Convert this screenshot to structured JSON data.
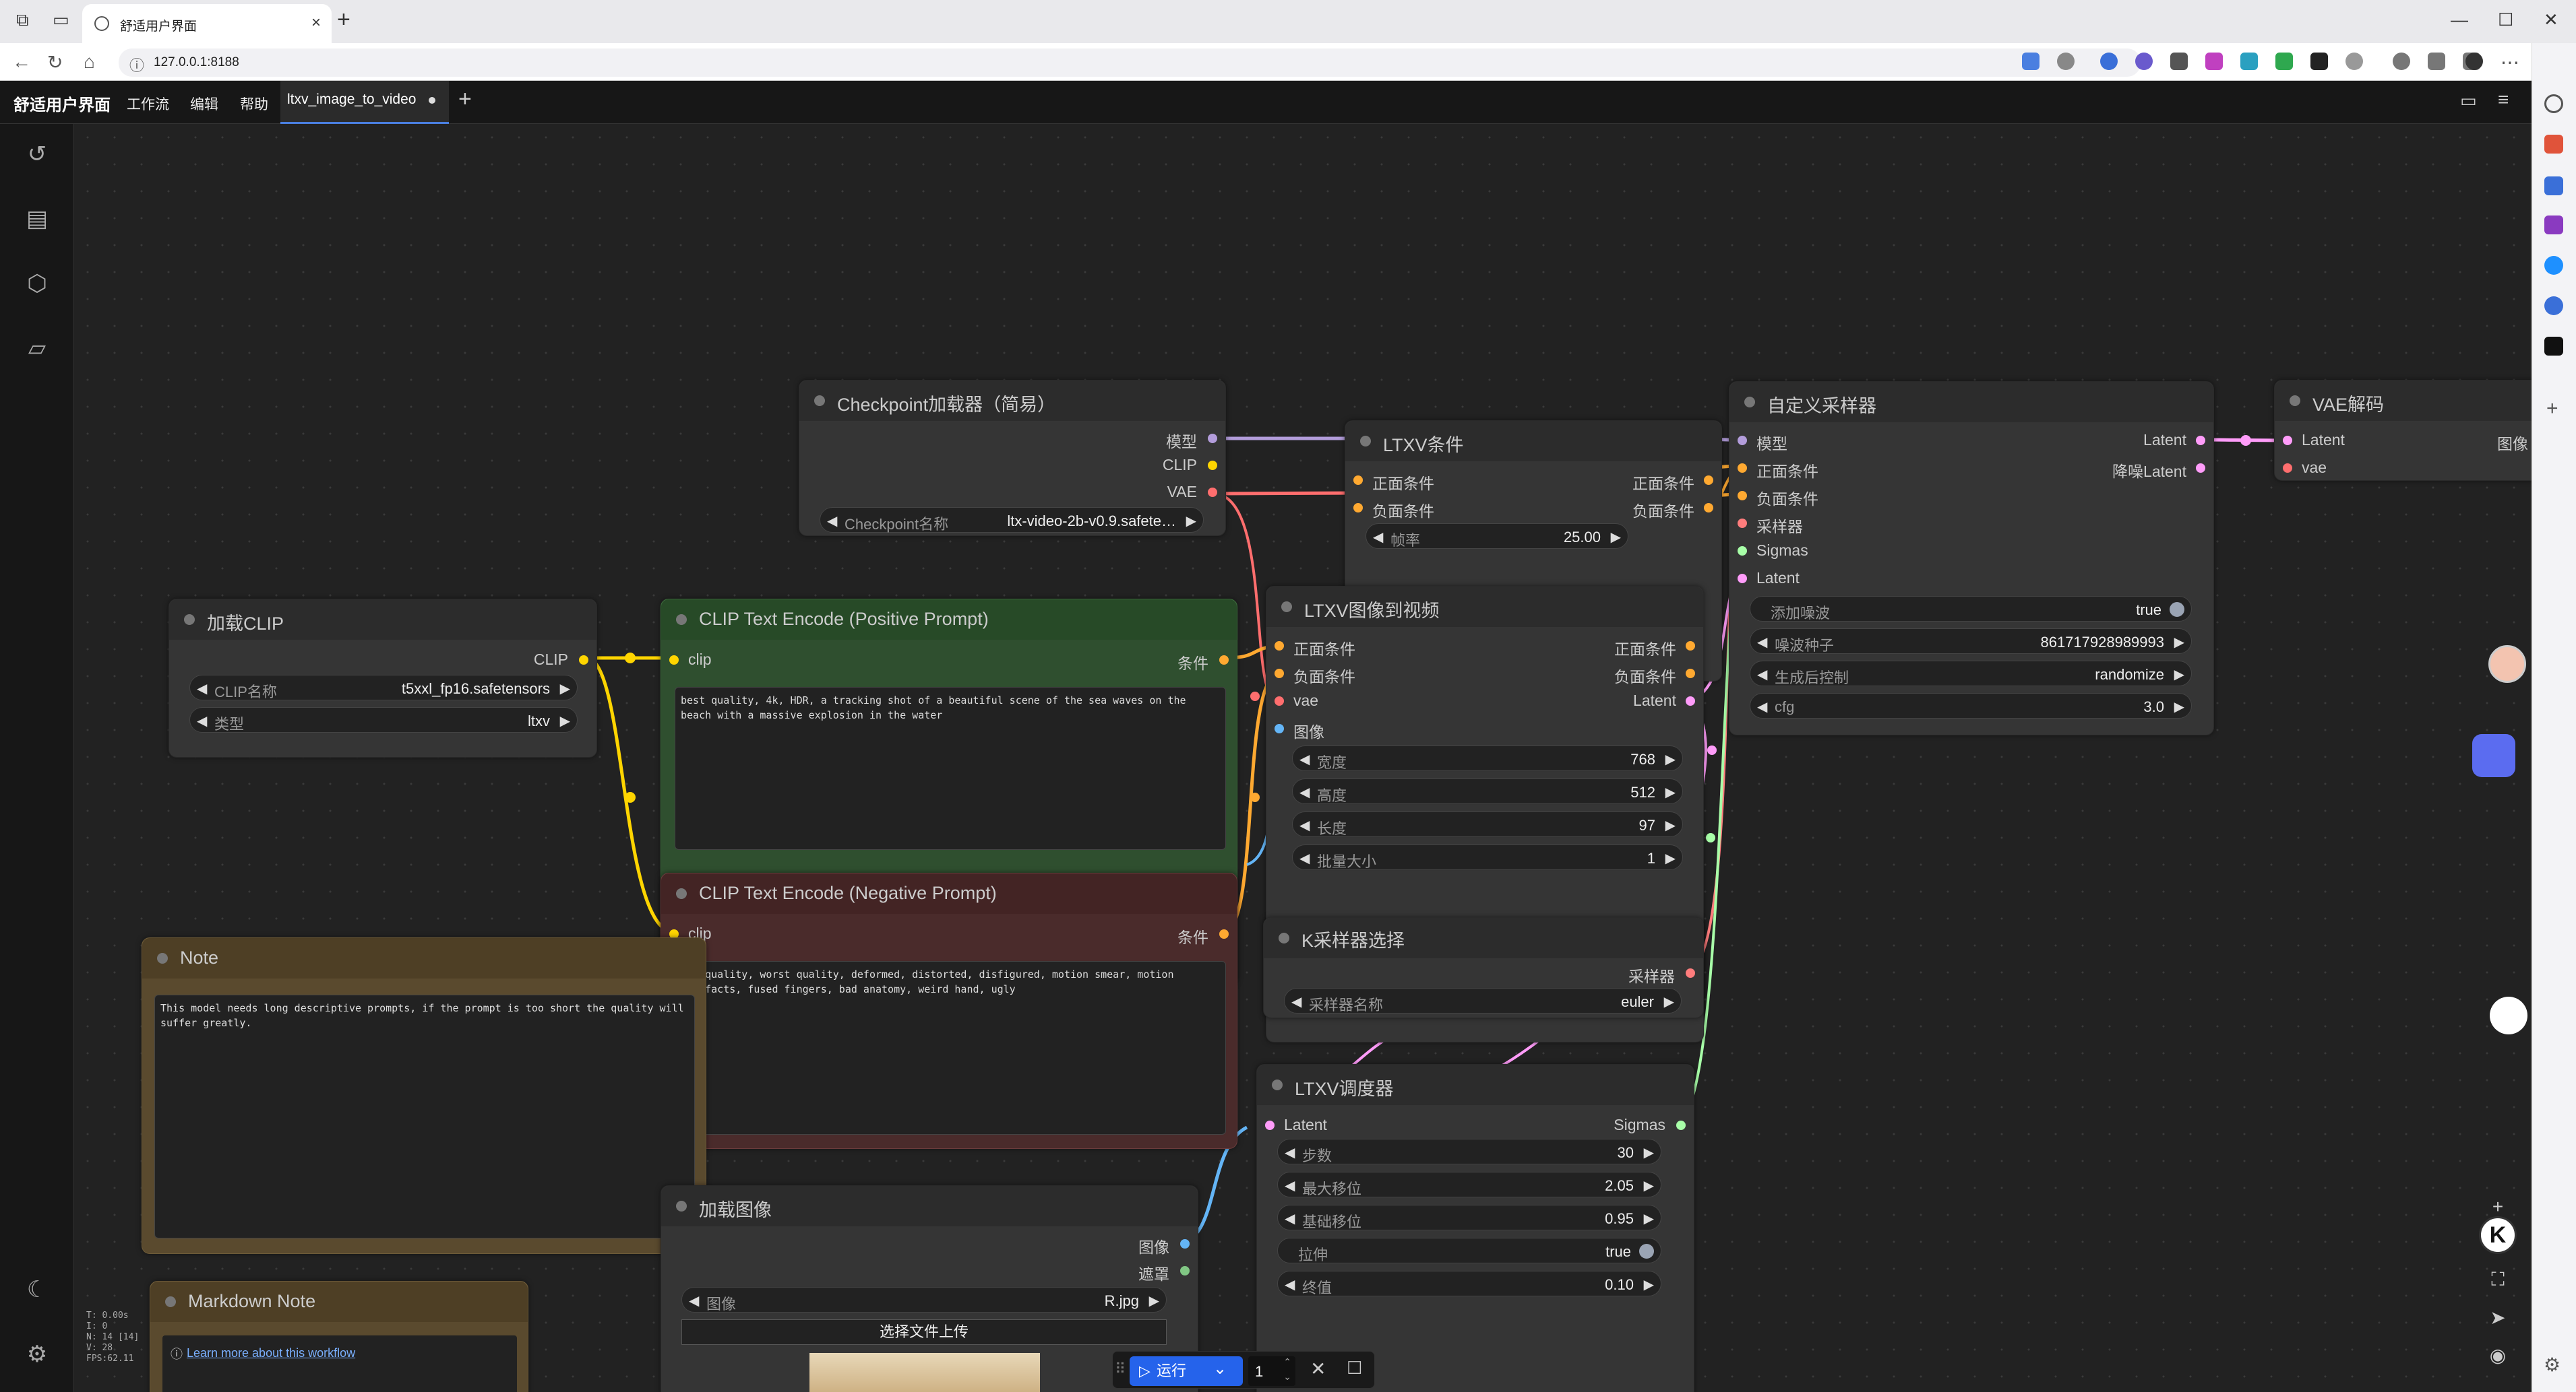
{
  "browser": {
    "tab_title": "舒适用户界面",
    "url": "127.0.0.1:8188"
  },
  "app": {
    "brand": "舒适用户界面",
    "menu": [
      "工作流",
      "编辑",
      "帮助"
    ],
    "workflow_tab": "ltxv_image_to_video"
  },
  "nodes": {
    "checkpoint": {
      "title": "Checkpoint加载器（简易）",
      "outputs": [
        "模型",
        "CLIP",
        "VAE"
      ],
      "widget_label": "Checkpoint名称",
      "widget_value": "ltx-video-2b-v0.9.safete…"
    },
    "ltxv_cond": {
      "title": "LTXV条件",
      "inputs": [
        "正面条件",
        "负面条件"
      ],
      "outputs": [
        "正面条件",
        "负面条件"
      ],
      "widget_label": "帧率",
      "widget_value": "25.00"
    },
    "sampler": {
      "title": "自定义采样器",
      "inputs": [
        "模型",
        "正面条件",
        "负面条件",
        "采样器",
        "Sigmas",
        "Latent"
      ],
      "outputs": [
        "Latent",
        "降噪Latent"
      ],
      "widgets": [
        {
          "label": "添加噪波",
          "value": "true"
        },
        {
          "label": "噪波种子",
          "value": "861717928989993"
        },
        {
          "label": "生成后控制",
          "value": "randomize"
        },
        {
          "label": "cfg",
          "value": "3.0"
        }
      ]
    },
    "vae_decode": {
      "title": "VAE解码",
      "inputs": [
        "Latent",
        "vae"
      ],
      "output": "图像"
    },
    "load_clip": {
      "title": "加载CLIP",
      "output": "CLIP",
      "widgets": [
        {
          "label": "CLIP名称",
          "value": "t5xxl_fp16.safetensors"
        },
        {
          "label": "类型",
          "value": "ltxv"
        }
      ]
    },
    "clip_pos": {
      "title": "CLIP Text Encode (Positive Prompt)",
      "input": "clip",
      "output": "条件",
      "text": "best quality, 4k, HDR, a tracking shot of a beautiful scene of the sea waves on the beach with a massive explosion in the water"
    },
    "clip_neg": {
      "title": "CLIP Text Encode (Negative Prompt)",
      "input": "clip",
      "output": "条件",
      "text": "low quality, worst quality, deformed, distorted, disfigured, motion smear, motion artifacts, fused fingers, bad anatomy, weird hand, ugly"
    },
    "img2vid": {
      "title": "LTXV图像到视频",
      "inputs": [
        "正面条件",
        "负面条件",
        "vae",
        "图像"
      ],
      "outputs": [
        "正面条件",
        "负面条件",
        "Latent"
      ],
      "widgets": [
        {
          "label": "宽度",
          "value": "768"
        },
        {
          "label": "高度",
          "value": "512"
        },
        {
          "label": "长度",
          "value": "97"
        },
        {
          "label": "批量大小",
          "value": "1"
        }
      ]
    },
    "ksampler_select": {
      "title": "K采样器选择",
      "output": "采样器",
      "widget_label": "采样器名称",
      "widget_value": "euler"
    },
    "scheduler": {
      "title": "LTXV调度器",
      "input": "Latent",
      "output": "Sigmas",
      "widgets": [
        {
          "label": "步数",
          "value": "30"
        },
        {
          "label": "最大移位",
          "value": "2.05"
        },
        {
          "label": "基础移位",
          "value": "0.95"
        },
        {
          "label": "拉伸",
          "value": "true"
        },
        {
          "label": "终值",
          "value": "0.10"
        }
      ]
    },
    "note": {
      "title": "Note",
      "text": "This model needs long descriptive prompts, if the prompt is too short the quality will suffer greatly."
    },
    "markdown_note": {
      "title": "Markdown Note",
      "link": "Learn more about this workflow"
    },
    "load_image": {
      "title": "加载图像",
      "outputs": [
        "图像",
        "遮罩"
      ],
      "widget_label": "图像",
      "widget_value": "R.jpg",
      "upload_button": "选择文件上传"
    }
  },
  "stats": [
    "T: 0.00s",
    "I: 0",
    "N: 14 [14]",
    "V: 28",
    "FPS:62.11"
  ],
  "runbar": {
    "run_label": "运行",
    "count": "1"
  },
  "colors": {
    "model": "#b39ddb",
    "clip": "#ffd500",
    "vae": "#ff6e6e",
    "conditioning": "#ffa931",
    "latent": "#ff9cf9",
    "image": "#64b5f6",
    "sampler": "#ff7d7d",
    "sigmas": "#a8ffa8",
    "mask": "#81c784"
  }
}
